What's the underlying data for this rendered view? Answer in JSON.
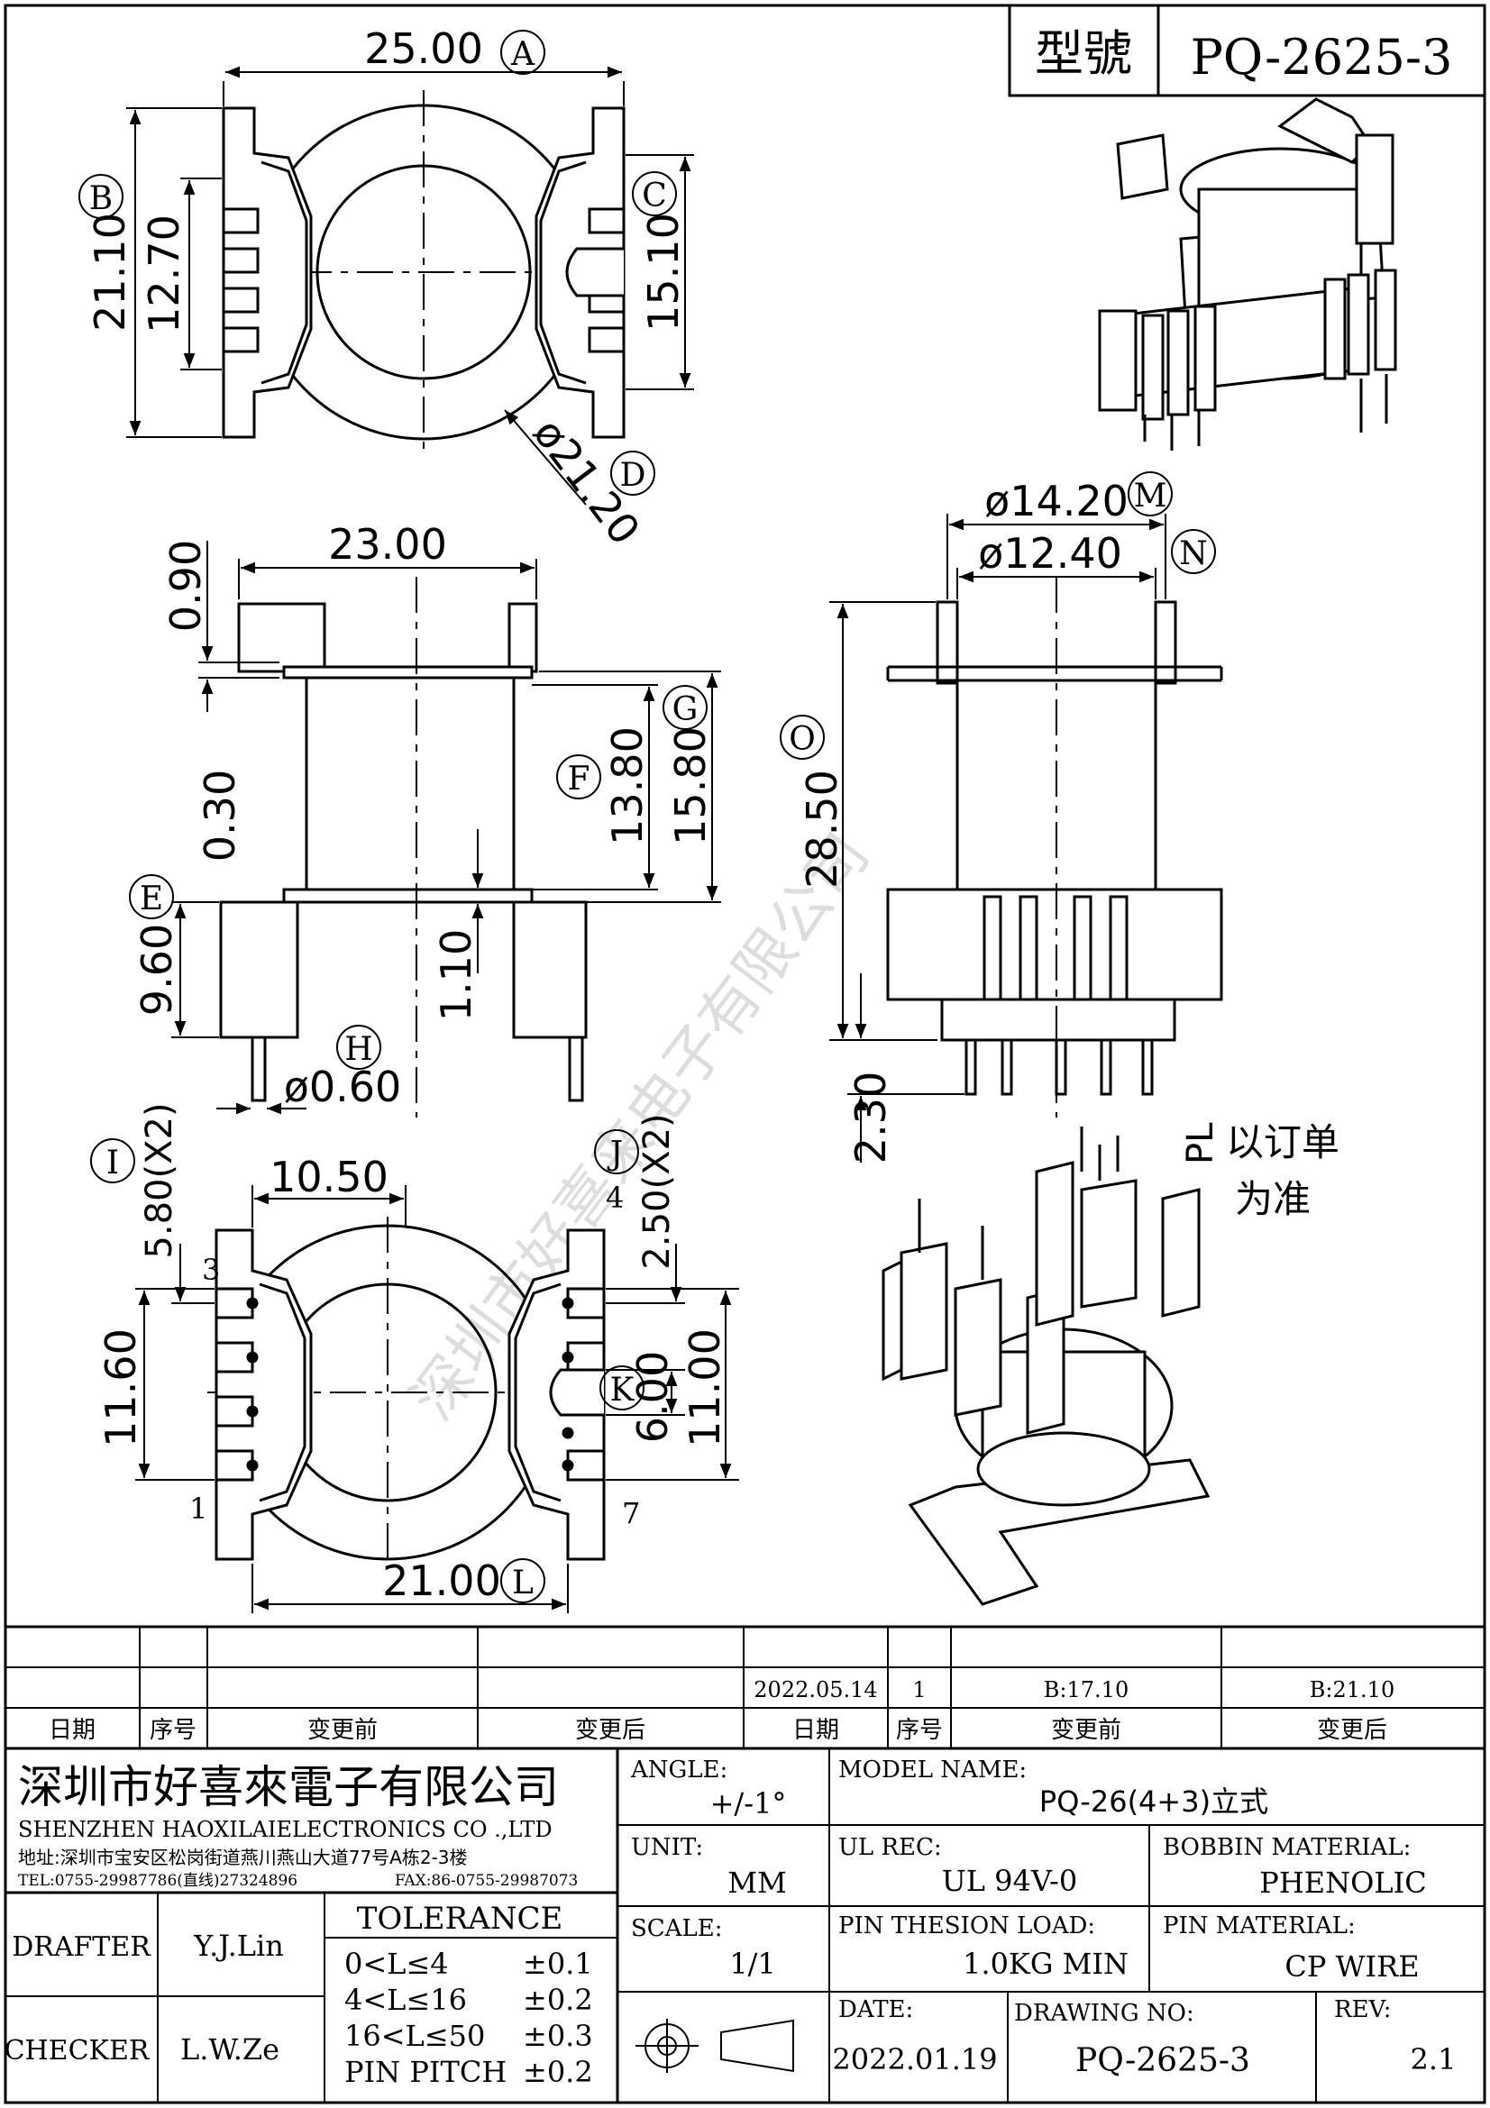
{
  "header": {
    "model_label": "型號",
    "model_value": "PQ-2625-3"
  },
  "circle_labels": {
    "A": "A",
    "B": "B",
    "C": "C",
    "D": "D",
    "E": "E",
    "F": "F",
    "G": "G",
    "H": "H",
    "I": "I",
    "J": "J",
    "K": "K",
    "L": "L",
    "M": "M",
    "N": "N",
    "O": "O"
  },
  "dimensions": {
    "A": "25.00",
    "B": "21.10",
    "b2": "12.70",
    "C": "15.10",
    "D": "ø21.20",
    "top2": "23.00",
    "t1": "0.90",
    "t2": "0.30",
    "F": "13.80",
    "G": "15.80",
    "E": "9.60",
    "mid": "1.10",
    "H": "ø0.60",
    "M": "ø14.20",
    "N": "ø12.40",
    "O": "28.50",
    "bot": "2.30",
    "I": "5.80(X2)",
    "w1": "10.50",
    "J": "2.50(X2)",
    "left2": "11.60",
    "K": "6.00",
    "right2": "11.00",
    "L": "21.00"
  },
  "pin_numbers": {
    "p1": "1",
    "p3": "3",
    "p4": "4",
    "p7": "7"
  },
  "pl_note": {
    "pl": "PL",
    "line1": "以订单",
    "line2": "为准"
  },
  "watermark": "深圳市好喜来电子有限公司",
  "revision_table": {
    "row1": [
      "2022.05.14",
      "1",
      "B:17.10",
      "B:21.10"
    ],
    "headers": [
      "日期",
      "序号",
      "变更前",
      "变更后",
      "日期",
      "序号",
      "变更前",
      "变更后"
    ]
  },
  "company": {
    "name_cn": "深圳市好喜來電子有限公司",
    "name_en": "SHENZHEN HAOXILAIELECTRONICS CO .,LTD",
    "address": "地址:深圳市宝安区松岗街道燕川燕山大道77号A栋2-3楼",
    "tel": "TEL:0755-29987786(直线)27324896",
    "fax": "FAX:86-0755-29987073"
  },
  "title_block": {
    "angle_label": "ANGLE:",
    "angle_value": "+/-1°",
    "model_name_label": "MODEL NAME:",
    "model_name_value": "PQ-26(4+3)立式",
    "unit_label": "UNIT:",
    "unit_value": "MM",
    "ul_label": "UL REC:",
    "ul_value": "UL 94V-0",
    "bobbin_label": "BOBBIN MATERIAL:",
    "bobbin_value": "PHENOLIC",
    "scale_label": "SCALE:",
    "scale_value": "1/1",
    "pin_load_label": "PIN THESION LOAD:",
    "pin_load_value": "1.0KG MIN",
    "pin_mat_label": "PIN MATERIAL:",
    "pin_mat_value": "CP  WIRE",
    "date_label": "DATE:",
    "date_value": "2022.01.19",
    "drawing_no_label": "DRAWING NO:",
    "drawing_no_value": "PQ-2625-3",
    "rev_label": "REV:",
    "rev_value": "2.1",
    "drafter_label": "DRAFTER",
    "drafter_value": "Y.J.Lin",
    "checker_label": "CHECKER",
    "checker_value": "L.W.Ze"
  },
  "tolerance": {
    "title": "TOLERANCE",
    "rows": [
      {
        "range": "0<L≤4",
        "value": "±0.1"
      },
      {
        "range": "4<L≤16",
        "value": "±0.2"
      },
      {
        "range": "16<L≤50",
        "value": "±0.3"
      },
      {
        "range": "PIN PITCH",
        "value": "±0.2"
      }
    ]
  }
}
